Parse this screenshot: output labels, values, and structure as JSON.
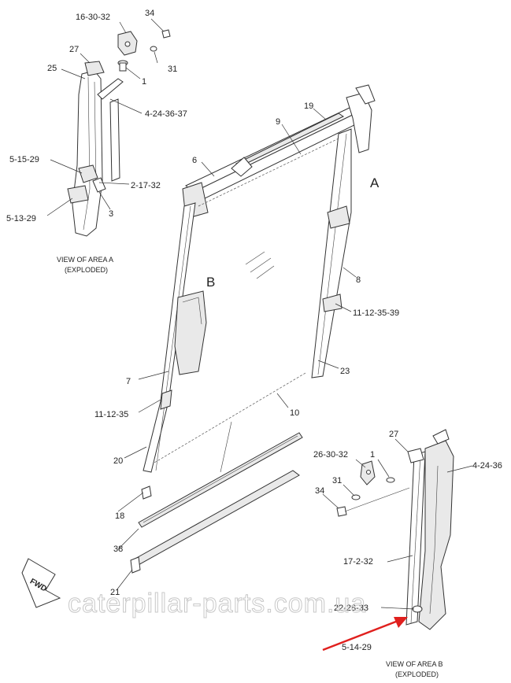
{
  "labels": {
    "a_16_30_32": "16-30-32",
    "a_34": "34",
    "a_27": "27",
    "a_31": "31",
    "a_25": "25",
    "a_1": "1",
    "a_4_24_36_37": "4-24-36-37",
    "a_5_15_29": "5-15-29",
    "a_2_17_32": "2-17-32",
    "a_5_13_29": "5-13-29",
    "a_3": "3",
    "m_19": "19",
    "m_9": "9",
    "m_6": "6",
    "m_A": "A",
    "m_B": "B",
    "m_8": "8",
    "m_11_12_35_39": "11-12-35-39",
    "m_23": "23",
    "m_7": "7",
    "m_10": "10",
    "m_11_12_35": "11-12-35",
    "m_20": "20",
    "m_18": "18",
    "m_38": "38",
    "m_21": "21",
    "b_27": "27",
    "b_26_30_32": "26-30-32",
    "b_1": "1",
    "b_4_24_36": "4-24-36",
    "b_31": "31",
    "b_34": "34",
    "b_17_2_32": "17-2-32",
    "b_22_28_33": "22-28-33",
    "b_5_14_29": "5-14-29"
  },
  "captions": {
    "area_a_line1": "VIEW OF AREA A",
    "area_a_line2": "(EXPLODED)",
    "area_b_line1": "VIEW OF AREA B",
    "area_b_line2": "(EXPLODED)"
  },
  "fwd_label": "FWD",
  "watermark": "caterpillar-parts.com.ua",
  "colors": {
    "line": "#333333",
    "arrow": "#e0201e",
    "watermark": "#c8c8c8"
  }
}
